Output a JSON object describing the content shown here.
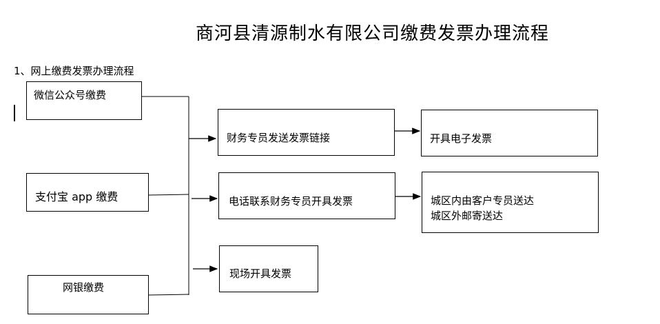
{
  "title": "商河县清源制水有限公司缴费发票办理流程",
  "subtitle": "1、网上缴费发票办理流程",
  "sources": {
    "wechat": "微信公众号缴费",
    "alipay": "支付宝 app 缴费",
    "bank": "网银缴费"
  },
  "steps": {
    "finance_link": "财务专员发送发票链接",
    "phone_invoice": "电话联系财务专员开具发票",
    "onsite_invoice": "现场开具发票"
  },
  "results": {
    "e_invoice": "开具电子发票",
    "delivery_line1": "城区内由客户专员送达",
    "delivery_line2": "城区外邮寄送达"
  }
}
